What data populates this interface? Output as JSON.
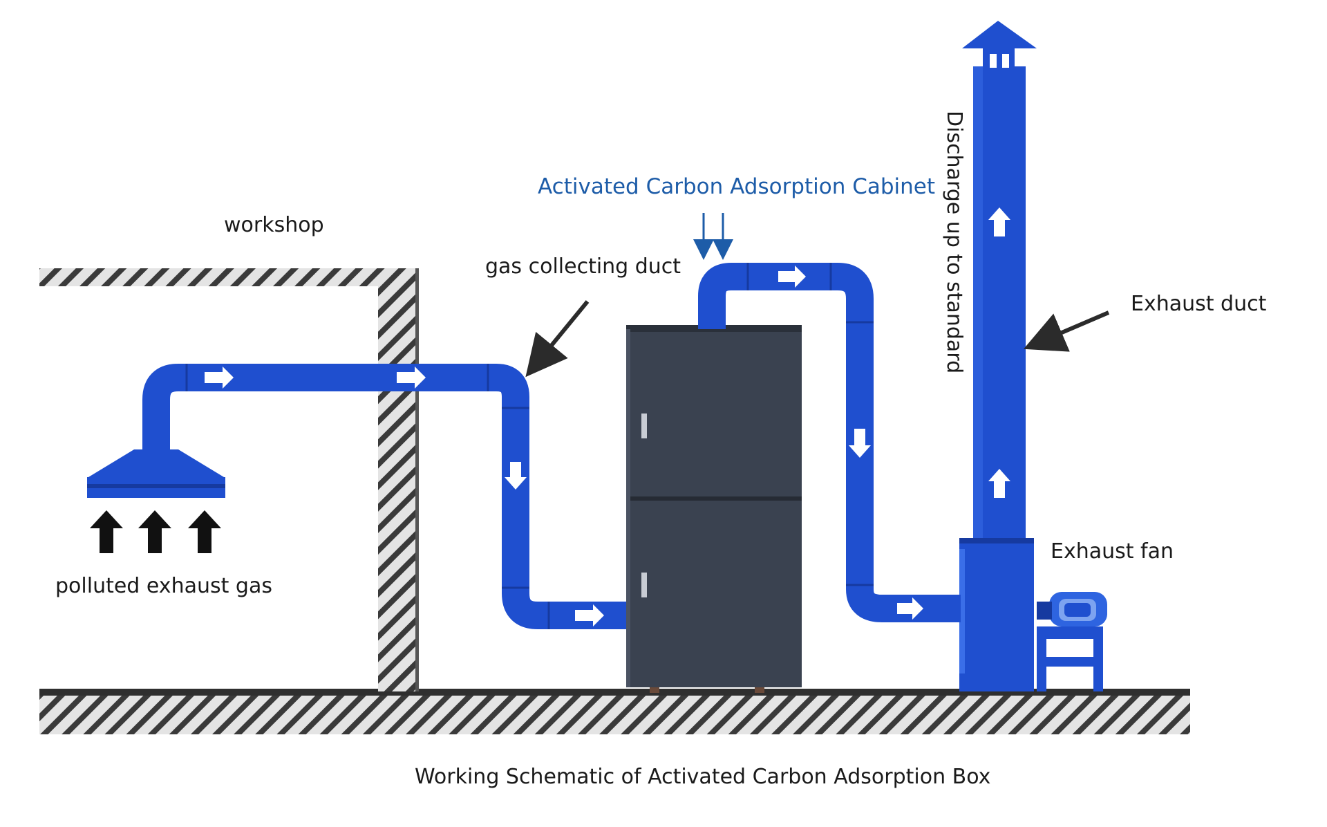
{
  "labels": {
    "workshop": "workshop",
    "gas_collecting_duct": "gas collecting duct",
    "cabinet": "Activated Carbon Adsorption Cabinet",
    "discharge": "Discharge up to standard",
    "exhaust_duct": "Exhaust duct",
    "exhaust_fan": "Exhaust fan",
    "polluted_gas": "polluted exhaust gas",
    "caption": "Working Schematic of Activated Carbon Adsorption Box"
  },
  "colors": {
    "duct_blue": "#1f4fcf",
    "duct_dark": "#163aa0",
    "duct_light": "#3a6ee8",
    "cabinet": "#3a4250",
    "cabinet_edge": "#2a303a",
    "hatch": "#333333",
    "wall_fill": "#dcdcdc",
    "label_blue": "#1d5ca8",
    "text": "#1a1a1a"
  },
  "icons": [
    "flow-arrow-icon",
    "inflow-arrow-icon",
    "pointer-arrow-icon",
    "motor-icon",
    "chimney-cap-icon",
    "door-handle-icon"
  ]
}
